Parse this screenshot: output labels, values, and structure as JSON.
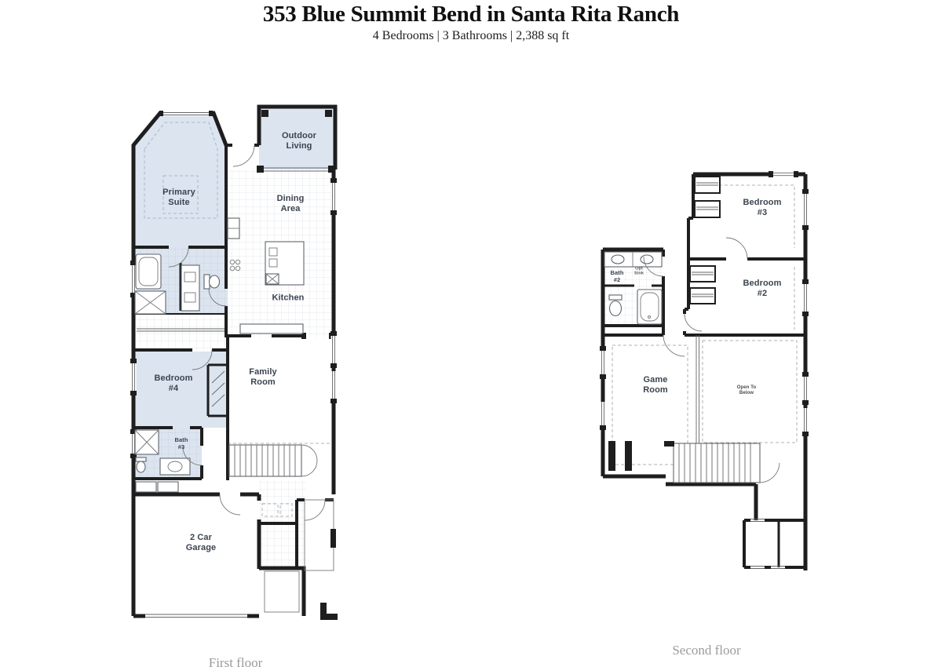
{
  "header": {
    "title": "353 Blue Summit Bend in Santa Rita Ranch",
    "subtitle": "4 Bedrooms | 3 Bathrooms | 2,388 sq ft"
  },
  "first_floor": {
    "caption": "First floor",
    "rooms": {
      "outdoor_living": "Outdoor Living",
      "primary_suite": "Primary Suite",
      "dining_area": "Dining Area",
      "kitchen": "Kitchen",
      "bedroom_4": "Bedroom #4",
      "family_room": "Family Room",
      "bath_3": "Bath #3",
      "garage": "2 Car Garage"
    }
  },
  "second_floor": {
    "caption": "Second floor",
    "rooms": {
      "bedroom_3": "Bedroom #3",
      "bedroom_2": "Bedroom #2",
      "bath_2": "Bath #2",
      "opt_sink": "Opt Sink",
      "game_room": "Game Room",
      "open_to_below": "Open To Below"
    }
  },
  "colors": {
    "room_highlight": "#dbe4ef",
    "wall": "#1e1e1e",
    "room_label": "#3b4450",
    "caption": "#9b9b9b"
  }
}
